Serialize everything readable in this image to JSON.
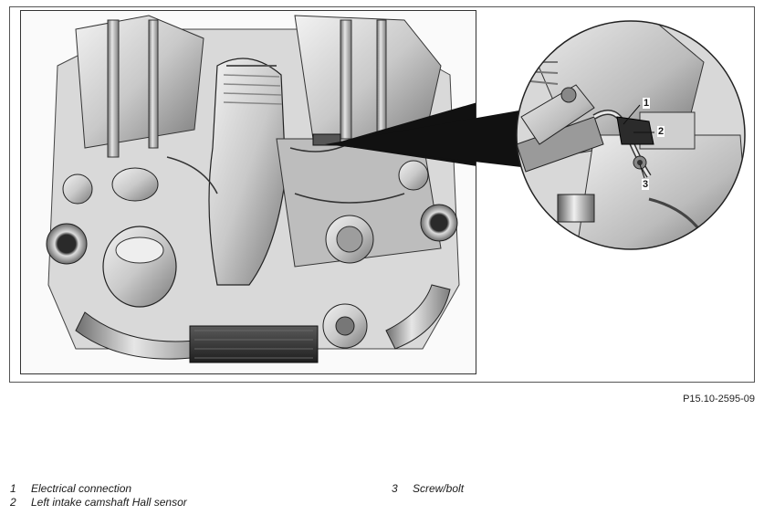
{
  "figure": {
    "id": "P15.10-2595-09",
    "callouts": [
      "1",
      "2",
      "3"
    ]
  },
  "legend": {
    "left": [
      {
        "num": "1",
        "text": "Electrical connection"
      },
      {
        "num": "2",
        "text": "Left intake camshaft Hall sensor"
      }
    ],
    "right": [
      {
        "num": "3",
        "text": "Screw/bolt"
      }
    ]
  }
}
